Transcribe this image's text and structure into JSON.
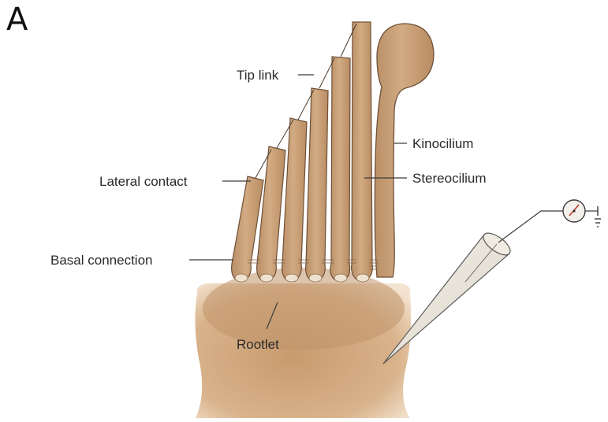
{
  "panel_letter": "A",
  "labels": {
    "tip_link": "Tip link",
    "kinocilium": "Kinocilium",
    "stereocilium": "Stereocilium",
    "lateral_contact": "Lateral contact",
    "basal_connection": "Basal connection",
    "rootlet": "Rootlet"
  },
  "colors": {
    "cilium_fill": "#c9a27a",
    "cilium_outline": "#6e5038",
    "cell_body": "#d6ad84",
    "cell_shadow": "#b88d64",
    "electrode": "#e8e3d8",
    "line": "#3a3a3a"
  },
  "icons": {
    "meter": "voltmeter-dial-icon",
    "ground": "ground-symbol-icon"
  }
}
